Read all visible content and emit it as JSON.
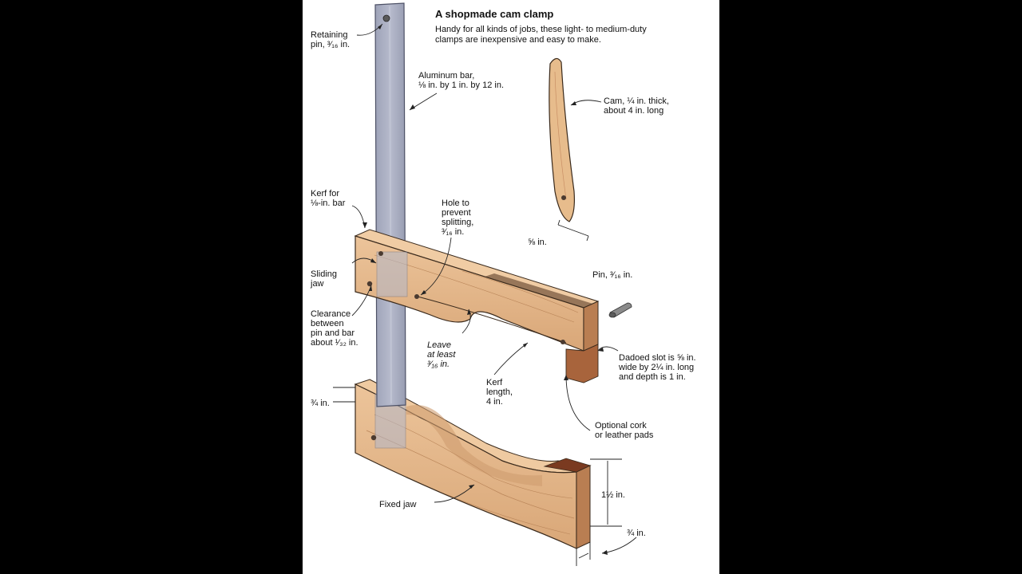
{
  "header": {
    "title": "A shopmade cam clamp",
    "subtitle": "Handy for all kinds of jobs, these light- to medium-duty clamps are inexpensive and easy to make."
  },
  "labels": {
    "retaining_pin": [
      "Retaining",
      "pin, ³⁄₁₆ in."
    ],
    "aluminum_bar": [
      "Aluminum bar,",
      "⅛ in. by 1 in. by 12 in."
    ],
    "cam": [
      "Cam, ¼ in. thick,",
      "about 4 in. long"
    ],
    "kerf_for_bar": [
      "Kerf for",
      "⅛-in. bar"
    ],
    "hole": [
      "Hole to",
      "prevent",
      "splitting,",
      "³⁄₁₆ in."
    ],
    "five_eighths": "⅝ in.",
    "pin": "Pin, ³⁄₁₆ in.",
    "sliding_jaw": [
      "Sliding",
      "jaw"
    ],
    "clearance": [
      "Clearance",
      "between",
      "pin and bar",
      "about ¹⁄₃₂ in."
    ],
    "leave": [
      "Leave",
      "at least",
      "³⁄₁₆ in."
    ],
    "kerf_length": [
      "Kerf",
      "length,",
      "4 in."
    ],
    "dadoed_slot": [
      "Dadoed slot is ⅝ in.",
      "wide by 2¼ in. long",
      "and depth is 1 in."
    ],
    "three_quarter_left": "¾ in.",
    "optional_pads": [
      "Optional cork",
      "or leather pads"
    ],
    "fixed_jaw": "Fixed jaw",
    "one_half": "1½ in.",
    "three_quarter_bottom": "¾ in."
  },
  "colors": {
    "wood": "#e5b88a",
    "wood_dark": "#c99066",
    "wood_end": "#a8643c",
    "aluminum": "#a7acc0",
    "aluminum_dark": "#8d93aa",
    "pin": "#6f6f6f",
    "ink": "#222222"
  }
}
